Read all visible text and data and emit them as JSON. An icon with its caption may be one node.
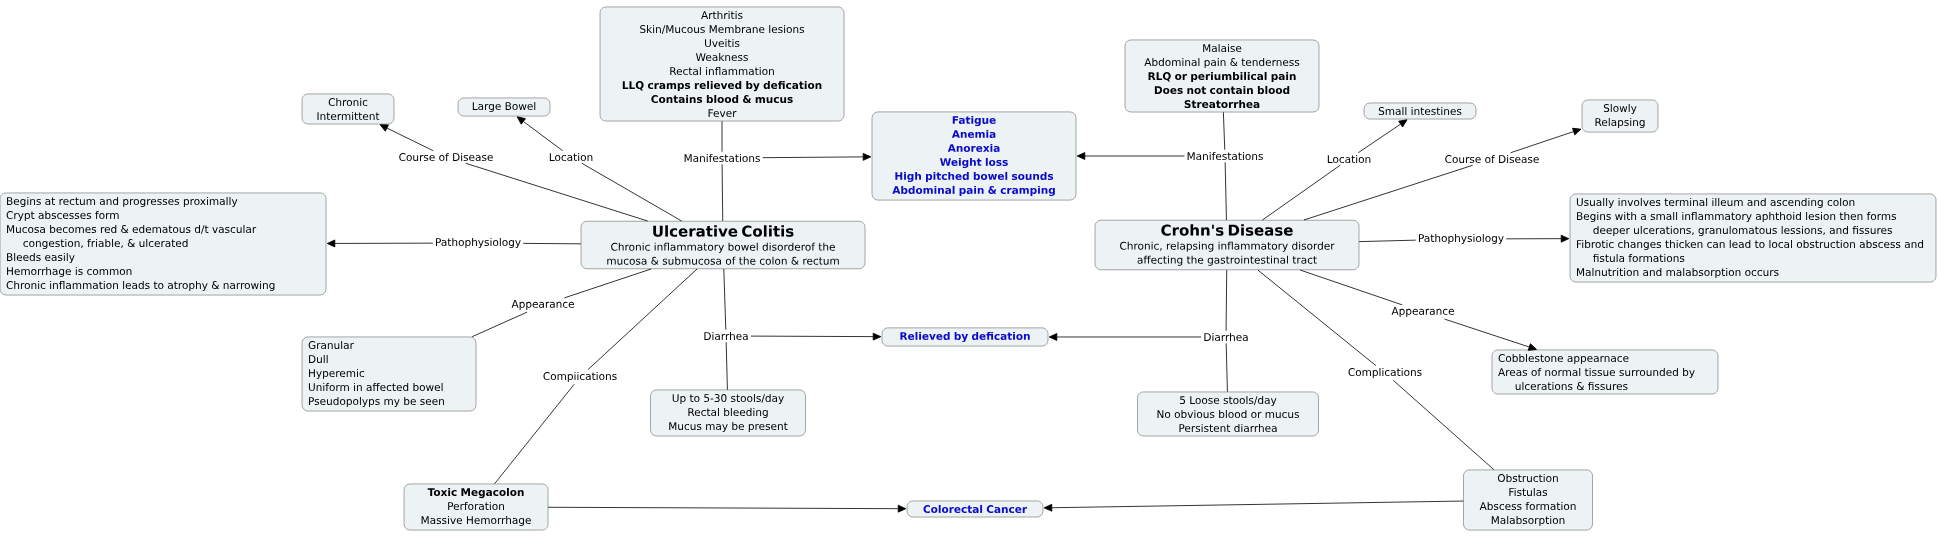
{
  "diagram": {
    "nodes": [
      {
        "text": [
          "Arthritis",
          "Skin/Mucous Membrane lesions",
          "Uveitis",
          "Weakness",
          "Rectal inflammation",
          "LLQ cramps relieved by defication",
          "Contains blood & mucus",
          "Fever"
        ]
      },
      {
        "text": [
          "Malaise",
          "Abdominal pain & tenderness",
          "RLQ or periumbilical pain",
          "Does not contain blood",
          "Streatorrhea"
        ]
      },
      {
        "text": [
          "Chronic Intermittent"
        ]
      },
      {
        "text": [
          "Large Bowel"
        ]
      },
      {
        "text": [
          "Small intestines"
        ]
      },
      {
        "text": [
          "Slowly Relapsing"
        ]
      },
      {
        "text": [
          "Fatigue",
          "Anemia",
          "Anorexia",
          "Weight loss",
          "High pitched bowel sounds",
          "Abdominal pain & cramping"
        ]
      },
      {
        "text": [
          "Manifestations"
        ]
      },
      {
        "text": [
          "Manifestations"
        ]
      },
      {
        "text": [
          "Course of Disease"
        ]
      },
      {
        "text": [
          "Location"
        ]
      },
      {
        "text": [
          "Location"
        ]
      },
      {
        "text": [
          "Course of Disease"
        ]
      },
      {
        "text": [
          "Begins at rectum and progresses proximally",
          "Crypt abscesses form",
          "Mucosa becomes red & edematous d/t vascular congestion, friable, & ulcerated",
          "Bleeds easily",
          "Hemorrhage is common",
          "Chronic inflammation leads to atrophy & narrowing"
        ]
      },
      {
        "text": [
          "Pathophysiology"
        ]
      },
      {
        "text": [
          "Ulcerative Colitis",
          "Chronic inflammatory bowel disorderof the mucosa & submucosa of the colon & rectum"
        ]
      },
      {
        "text": [
          "Crohn's Disease",
          "Chronic, relapsing inflammatory disorder affecting the gastrointestinal tract"
        ]
      },
      {
        "text": [
          "Pathophysiology"
        ]
      },
      {
        "text": [
          "Usually involves terminal illeum and ascending colon",
          "Begins with a small inflammatory aphthoid lesion then forms deeper ulcerations, granulomatous lessions, and fissures",
          "Fibrotic changes thicken can lead to local obstruction abscess and fistula formations",
          "Malnutrition and malabsorption occurs"
        ]
      },
      {
        "text": [
          "Appearance"
        ]
      },
      {
        "text": [
          "Appearance"
        ]
      },
      {
        "text": [
          "Granular",
          "Dull",
          "Hyperemic",
          "Uniform in affected bowel",
          "Pseudopolyps my be seen"
        ]
      },
      {
        "text": [
          "Diarrhea"
        ]
      },
      {
        "text": [
          "Relieved by defication"
        ]
      },
      {
        "text": [
          "Diarrhea"
        ]
      },
      {
        "text": [
          "Cobblestone appearnace",
          "Areas of normal tissue surrounded by ulcerations & fissures"
        ]
      },
      {
        "text": [
          "Compiications"
        ]
      },
      {
        "text": [
          "Complications"
        ]
      },
      {
        "text": [
          "Up to 5-30 stools/day",
          "Rectal bleeding",
          "Mucus may be present"
        ]
      },
      {
        "text": [
          "5 Loose stools/day",
          "No obvious blood or mucus",
          "Persistent diarrhea"
        ]
      },
      {
        "text": [
          "Toxic Megacolon",
          "Perforation",
          "Massive Hemorrhage"
        ]
      },
      {
        "text": [
          "Colorectal Cancer"
        ]
      },
      {
        "text": [
          "Obstruction",
          "Fistulas",
          "Abscess formation",
          "Malabsorption"
        ]
      }
    ],
    "edges": [
      {
        "from": 15,
        "to": 7,
        "arrow": "none"
      },
      {
        "from": 7,
        "to": 0,
        "arrow": "none"
      },
      {
        "from": 7,
        "to": 6,
        "arrow": "to"
      },
      {
        "from": 16,
        "to": 8,
        "arrow": "none"
      },
      {
        "from": 8,
        "to": 1,
        "arrow": "none"
      },
      {
        "from": 8,
        "to": 6,
        "arrow": "to"
      },
      {
        "from": 15,
        "to": 9,
        "arrow": "none"
      },
      {
        "from": 9,
        "to": 2,
        "arrow": "to"
      },
      {
        "from": 15,
        "to": 10,
        "arrow": "none"
      },
      {
        "from": 10,
        "to": 3,
        "arrow": "to"
      },
      {
        "from": 16,
        "to": 11,
        "arrow": "none"
      },
      {
        "from": 11,
        "to": 4,
        "arrow": "to"
      },
      {
        "from": 16,
        "to": 12,
        "arrow": "none"
      },
      {
        "from": 12,
        "to": 5,
        "arrow": "to"
      },
      {
        "from": 15,
        "to": 14,
        "arrow": "none"
      },
      {
        "from": 14,
        "to": 13,
        "arrow": "to"
      },
      {
        "from": 16,
        "to": 17,
        "arrow": "none"
      },
      {
        "from": 17,
        "to": 18,
        "arrow": "to"
      },
      {
        "from": 15,
        "to": 19,
        "arrow": "none"
      },
      {
        "from": 19,
        "to": 21,
        "arrow": "none"
      },
      {
        "from": 16,
        "to": 20,
        "arrow": "none"
      },
      {
        "from": 20,
        "to": 25,
        "arrow": "to"
      },
      {
        "from": 15,
        "to": 22,
        "arrow": "none"
      },
      {
        "from": 22,
        "to": 23,
        "arrow": "to"
      },
      {
        "from": 22,
        "to": 28,
        "arrow": "none"
      },
      {
        "from": 16,
        "to": 24,
        "arrow": "none"
      },
      {
        "from": 24,
        "to": 23,
        "arrow": "to"
      },
      {
        "from": 24,
        "to": 29,
        "arrow": "none"
      },
      {
        "from": 15,
        "to": 26,
        "arrow": "none"
      },
      {
        "from": 26,
        "to": 30,
        "arrow": "none"
      },
      {
        "from": 16,
        "to": 27,
        "arrow": "none"
      },
      {
        "from": 27,
        "to": 32,
        "arrow": "none"
      },
      {
        "from": 30,
        "to": 31,
        "arrow": "to"
      },
      {
        "from": 32,
        "to": 31,
        "arrow": "to"
      }
    ]
  }
}
